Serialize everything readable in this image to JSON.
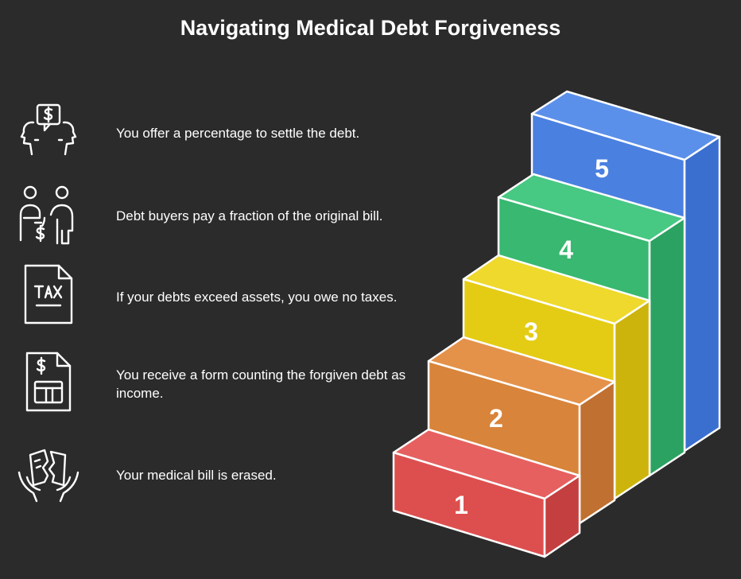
{
  "title": "Navigating Medical Debt Forgiveness",
  "steps": [
    {
      "number": "5",
      "text": "You offer a percentage to settle the debt.",
      "icon": "negotiation-icon",
      "color": "#4f86e8"
    },
    {
      "number": "4",
      "text": "Debt buyers pay a fraction of the original bill.",
      "icon": "debt-buyer-icon",
      "color": "#3ec27a"
    },
    {
      "number": "3",
      "text": "If your debts exceed assets, you owe no taxes.",
      "icon": "tax-document-icon",
      "color": "#e8d21d"
    },
    {
      "number": "2",
      "text": "You receive a form counting the forgiven debt as income.",
      "icon": "tax-form-icon",
      "color": "#e0893a"
    },
    {
      "number": "1",
      "text": "Your medical bill is erased.",
      "icon": "torn-bill-icon",
      "color": "#e05454"
    }
  ]
}
